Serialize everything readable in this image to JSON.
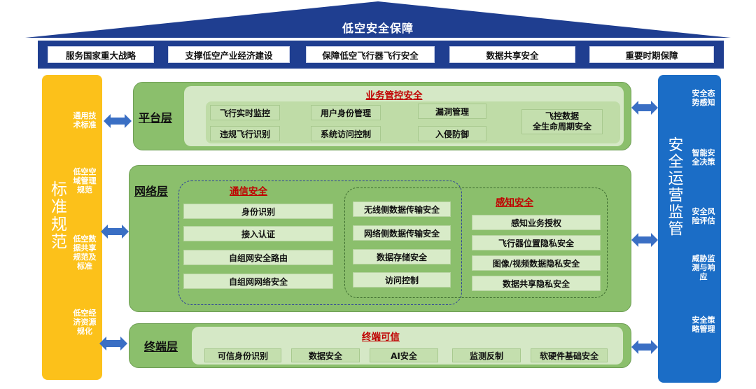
{
  "roof": {
    "title": "低空安全保障",
    "pillars": [
      "服务国家重大战略",
      "支撑低空产业经济建设",
      "保障低空飞行器飞行安全",
      "数据共享安全",
      "重要时期保障"
    ]
  },
  "left": {
    "title": "标准规范",
    "items": [
      "通用技术标准",
      "低空空域管理规范",
      "低空数据共享规范及标准",
      "低空经济资源规化"
    ]
  },
  "right": {
    "title": "安全运营监管",
    "items": [
      "安全态势感知",
      "智能安全决策",
      "安全风险评估",
      "威胁监测与响应",
      "安全策略管理"
    ]
  },
  "platform": {
    "label": "平台层",
    "section_title": "业务管控安全",
    "items": [
      "飞行实时监控",
      "用户身份管理",
      "漏洞管理",
      "飞控数据\n全生命周期安全",
      "违规飞行识别",
      "系统访问控制",
      "入侵防御"
    ]
  },
  "network": {
    "label": "网络层",
    "comm_title": "通信安全",
    "comm_items": [
      "身份识别",
      "接入认证",
      "自组网安全路由",
      "自组网网络安全"
    ],
    "shared_items": [
      "无线侧数据传输安全",
      "网络侧数据传输安全",
      "数据存储安全",
      "访问控制"
    ],
    "sense_title": "感知安全",
    "sense_items": [
      "感知业务授权",
      "飞行器位置隐私安全",
      "图像/视频数据隐私安全",
      "数据共享隐私安全"
    ]
  },
  "terminal": {
    "label": "终端层",
    "section_title": "终端可信",
    "items": [
      "可信身份识别",
      "数据安全",
      "AI安全",
      "监测反制",
      "软硬件基础安全"
    ]
  },
  "colors": {
    "roof": "#1f3e90",
    "left_bar": "#fcc11a",
    "right_bar": "#1b6dc6",
    "layer": "#8bbf6c",
    "section_title": "#c00000",
    "arrow": "#3a6fc4"
  }
}
